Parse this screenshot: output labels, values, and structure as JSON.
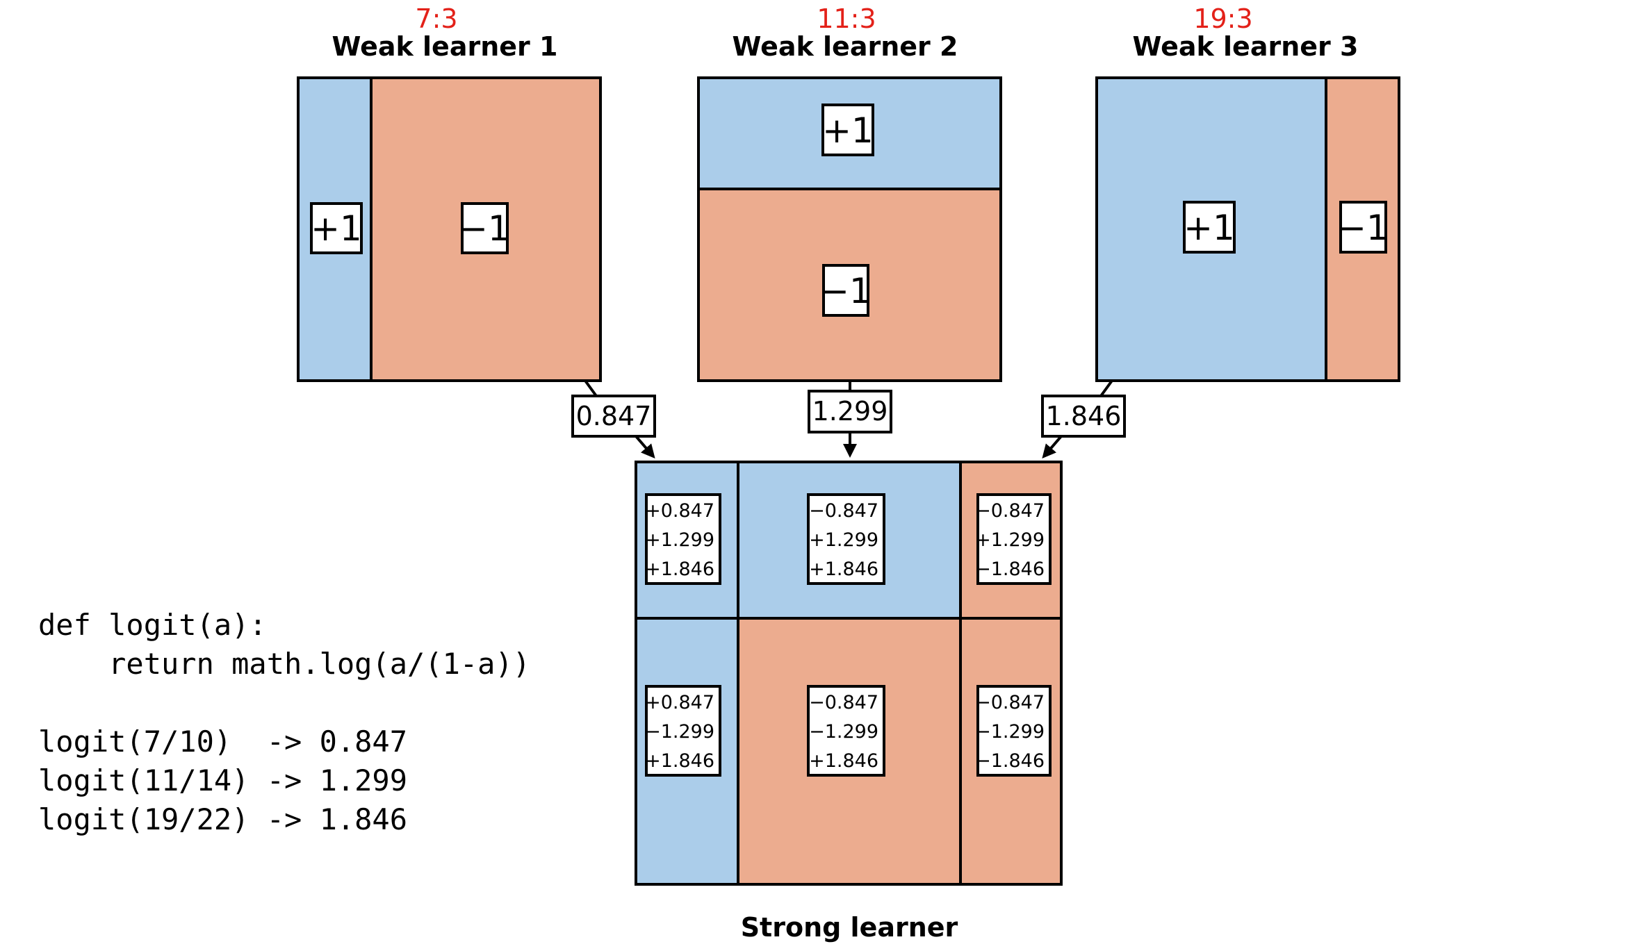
{
  "colors": {
    "positive": "#abcdea",
    "negative": "#ecac8f",
    "ratio": "#e32119",
    "stroke": "#000000"
  },
  "weak_learners": [
    {
      "ratio": "7:3",
      "title": "Weak learner 1",
      "weight": "0.847",
      "labels": [
        "+1",
        "−1"
      ],
      "regions": [
        "positive",
        "negative"
      ]
    },
    {
      "ratio": "11:3",
      "title": "Weak learner 2",
      "weight": "1.299",
      "labels": [
        "+1",
        "−1"
      ],
      "regions": [
        "positive",
        "negative"
      ]
    },
    {
      "ratio": "19:3",
      "title": "Weak learner 3",
      "weight": "1.846",
      "labels": [
        "+1",
        "−1"
      ],
      "regions": [
        "positive",
        "negative"
      ]
    }
  ],
  "strong_learner": {
    "title": "Strong learner",
    "cells": [
      {
        "region": "positive",
        "lines": [
          "+0.847",
          "+1.299",
          "+1.846"
        ]
      },
      {
        "region": "positive",
        "lines": [
          "−0.847",
          "+1.299",
          "+1.846"
        ]
      },
      {
        "region": "negative",
        "lines": [
          "−0.847",
          "+1.299",
          "−1.846"
        ]
      },
      {
        "region": "positive",
        "lines": [
          "+0.847",
          "−1.299",
          "+1.846"
        ]
      },
      {
        "region": "negative",
        "lines": [
          "−0.847",
          "−1.299",
          "+1.846"
        ]
      },
      {
        "region": "negative",
        "lines": [
          "−0.847",
          "−1.299",
          "−1.846"
        ]
      }
    ]
  },
  "code": {
    "lines": [
      "def logit(a):",
      "    return math.log(a/(1-a))",
      "",
      "logit(7/10)  -> 0.847",
      "logit(11/14) -> 1.299",
      "logit(19/22) -> 1.846"
    ]
  }
}
